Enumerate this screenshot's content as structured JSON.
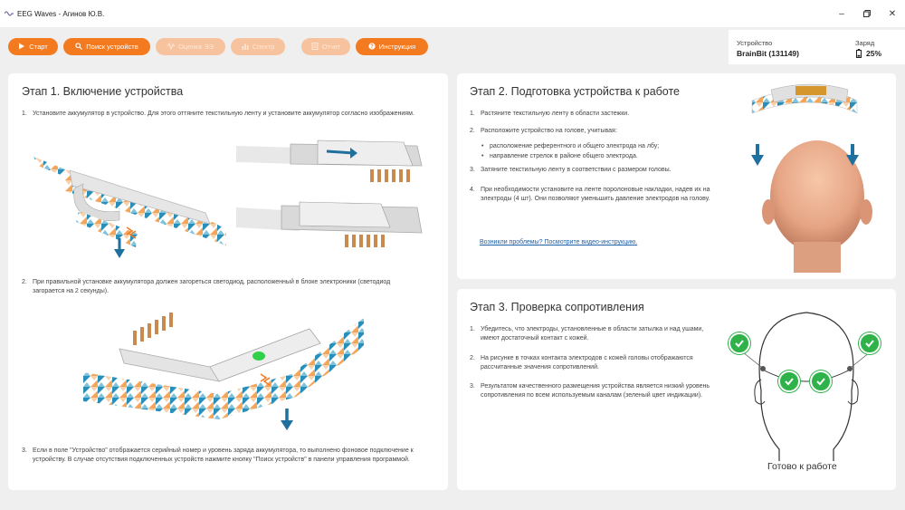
{
  "window": {
    "title": "EEG Waves - Агинов Ю.В.",
    "minimize_icon": "minimize-icon",
    "maximize_icon": "restore-icon",
    "close_icon": "close-icon"
  },
  "toolbar": {
    "start_label": "Старт",
    "search_label": "Поиск устройств",
    "signal_label": "Оценка ЭЭ",
    "spectrum_label": "Спектр",
    "report_label": "Отчет",
    "instruction_label": "Инструкция"
  },
  "device": {
    "device_label": "Устройство",
    "device_value": "BrainBit (131149)",
    "charge_label": "Заряд",
    "charge_value": "25%"
  },
  "stage1": {
    "title": "Этап 1. Включение устройства",
    "steps": [
      {
        "num": "1.",
        "text": "Установите аккумулятор в устройство. Для этого оттяните текстильную ленту и установите аккумулятор согласно изображениям."
      },
      {
        "num": "2.",
        "text": "При правильной установке аккумулятора должен загореться светодиод, расположенный в блоке электроники (светодиод загорается на 2 секунды)."
      },
      {
        "num": "3.",
        "text": "Если в поле \"Устройство\" отображается серийный номер и уровень заряда аккумулятора, то выполнено фоновое подключение к устройству. В случае отсутствия подключенных устройств нажмите кнопку \"Поиск устройств\" в панели управления программой."
      }
    ]
  },
  "stage2": {
    "title": "Этап  2.  Подготовка устройства к работе",
    "steps": [
      {
        "num": "1.",
        "text": "Растяните текстильную ленту в области застежки."
      },
      {
        "num": "2.",
        "text": "Расположите устройство на голове, учитывая:"
      },
      {
        "num": "3.",
        "text": "Затяните текстильную ленту в соответствии с размером головы."
      },
      {
        "num": "4.",
        "text": "При необходимости установите на ленте поролоновые накладки, надев их на электроды (4 шт). Они позволяют уменьшить давление электродов на голову."
      }
    ],
    "bullets": [
      "расположение референтного и общего электрода на лбу;",
      "направление стрелок в районе общего электрода."
    ],
    "link": "Возникли проблемы? Посмотрите видео-инструкцию."
  },
  "stage3": {
    "title": "Этап  3.  Проверка сопротивления",
    "steps": [
      {
        "num": "1.",
        "text": "Убедитесь, что электроды, установленные в области затылка и над ушами, имеют достаточный контакт с кожей."
      },
      {
        "num": "2.",
        "text": "На рисунке в точках контакта электродов с кожей головы отображаются рассчитанные значения сопротивлений."
      },
      {
        "num": "3.",
        "text": "Результатом качественного размещения устройства является низкий уровень сопротивления по всем используемым каналам (зеленый цвет индикации)."
      }
    ],
    "caption": "Готово к работе"
  },
  "colors": {
    "accent": "#f47a20",
    "accent_disabled": "#f7c39e",
    "link": "#1d5fa8",
    "ok_green": "#2fb24a",
    "arrow_blue": "#1f6f9f"
  }
}
